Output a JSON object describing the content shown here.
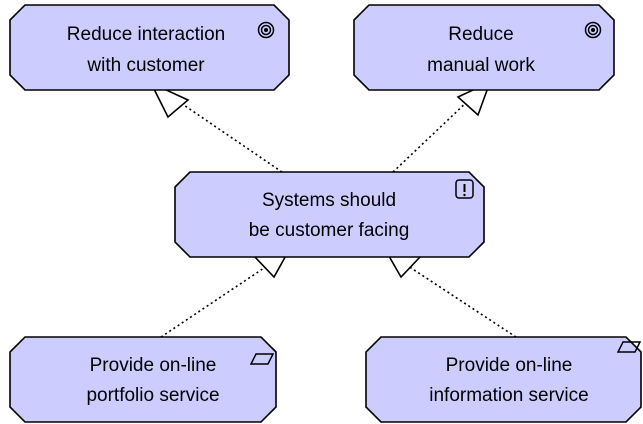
{
  "diagram": {
    "colors": {
      "node_fill": "#ccccff",
      "node_stroke": "#000000",
      "background": "#ffffff"
    },
    "nodes": {
      "goal_reduce_interaction": {
        "line1": "Reduce interaction",
        "line2": "with customer",
        "icon": "goal-target-icon"
      },
      "goal_reduce_manual": {
        "line1": "Reduce",
        "line2": "manual work",
        "icon": "goal-target-icon"
      },
      "principle_customer_facing": {
        "line1": "Systems should",
        "line2": "be customer facing",
        "icon": "principle-exclamation-icon"
      },
      "req_portfolio": {
        "line1": "Provide on-line",
        "line2": "portfolio service",
        "icon": "requirement-parallelogram-icon"
      },
      "req_information": {
        "line1": "Provide on-line",
        "line2": "information service",
        "icon": "requirement-parallelogram-icon"
      }
    },
    "relationships": [
      {
        "from": "principle_customer_facing",
        "to": "goal_reduce_interaction",
        "type": "realization"
      },
      {
        "from": "principle_customer_facing",
        "to": "goal_reduce_manual",
        "type": "realization"
      },
      {
        "from": "req_portfolio",
        "to": "principle_customer_facing",
        "type": "realization"
      },
      {
        "from": "req_information",
        "to": "principle_customer_facing",
        "type": "realization"
      }
    ]
  }
}
